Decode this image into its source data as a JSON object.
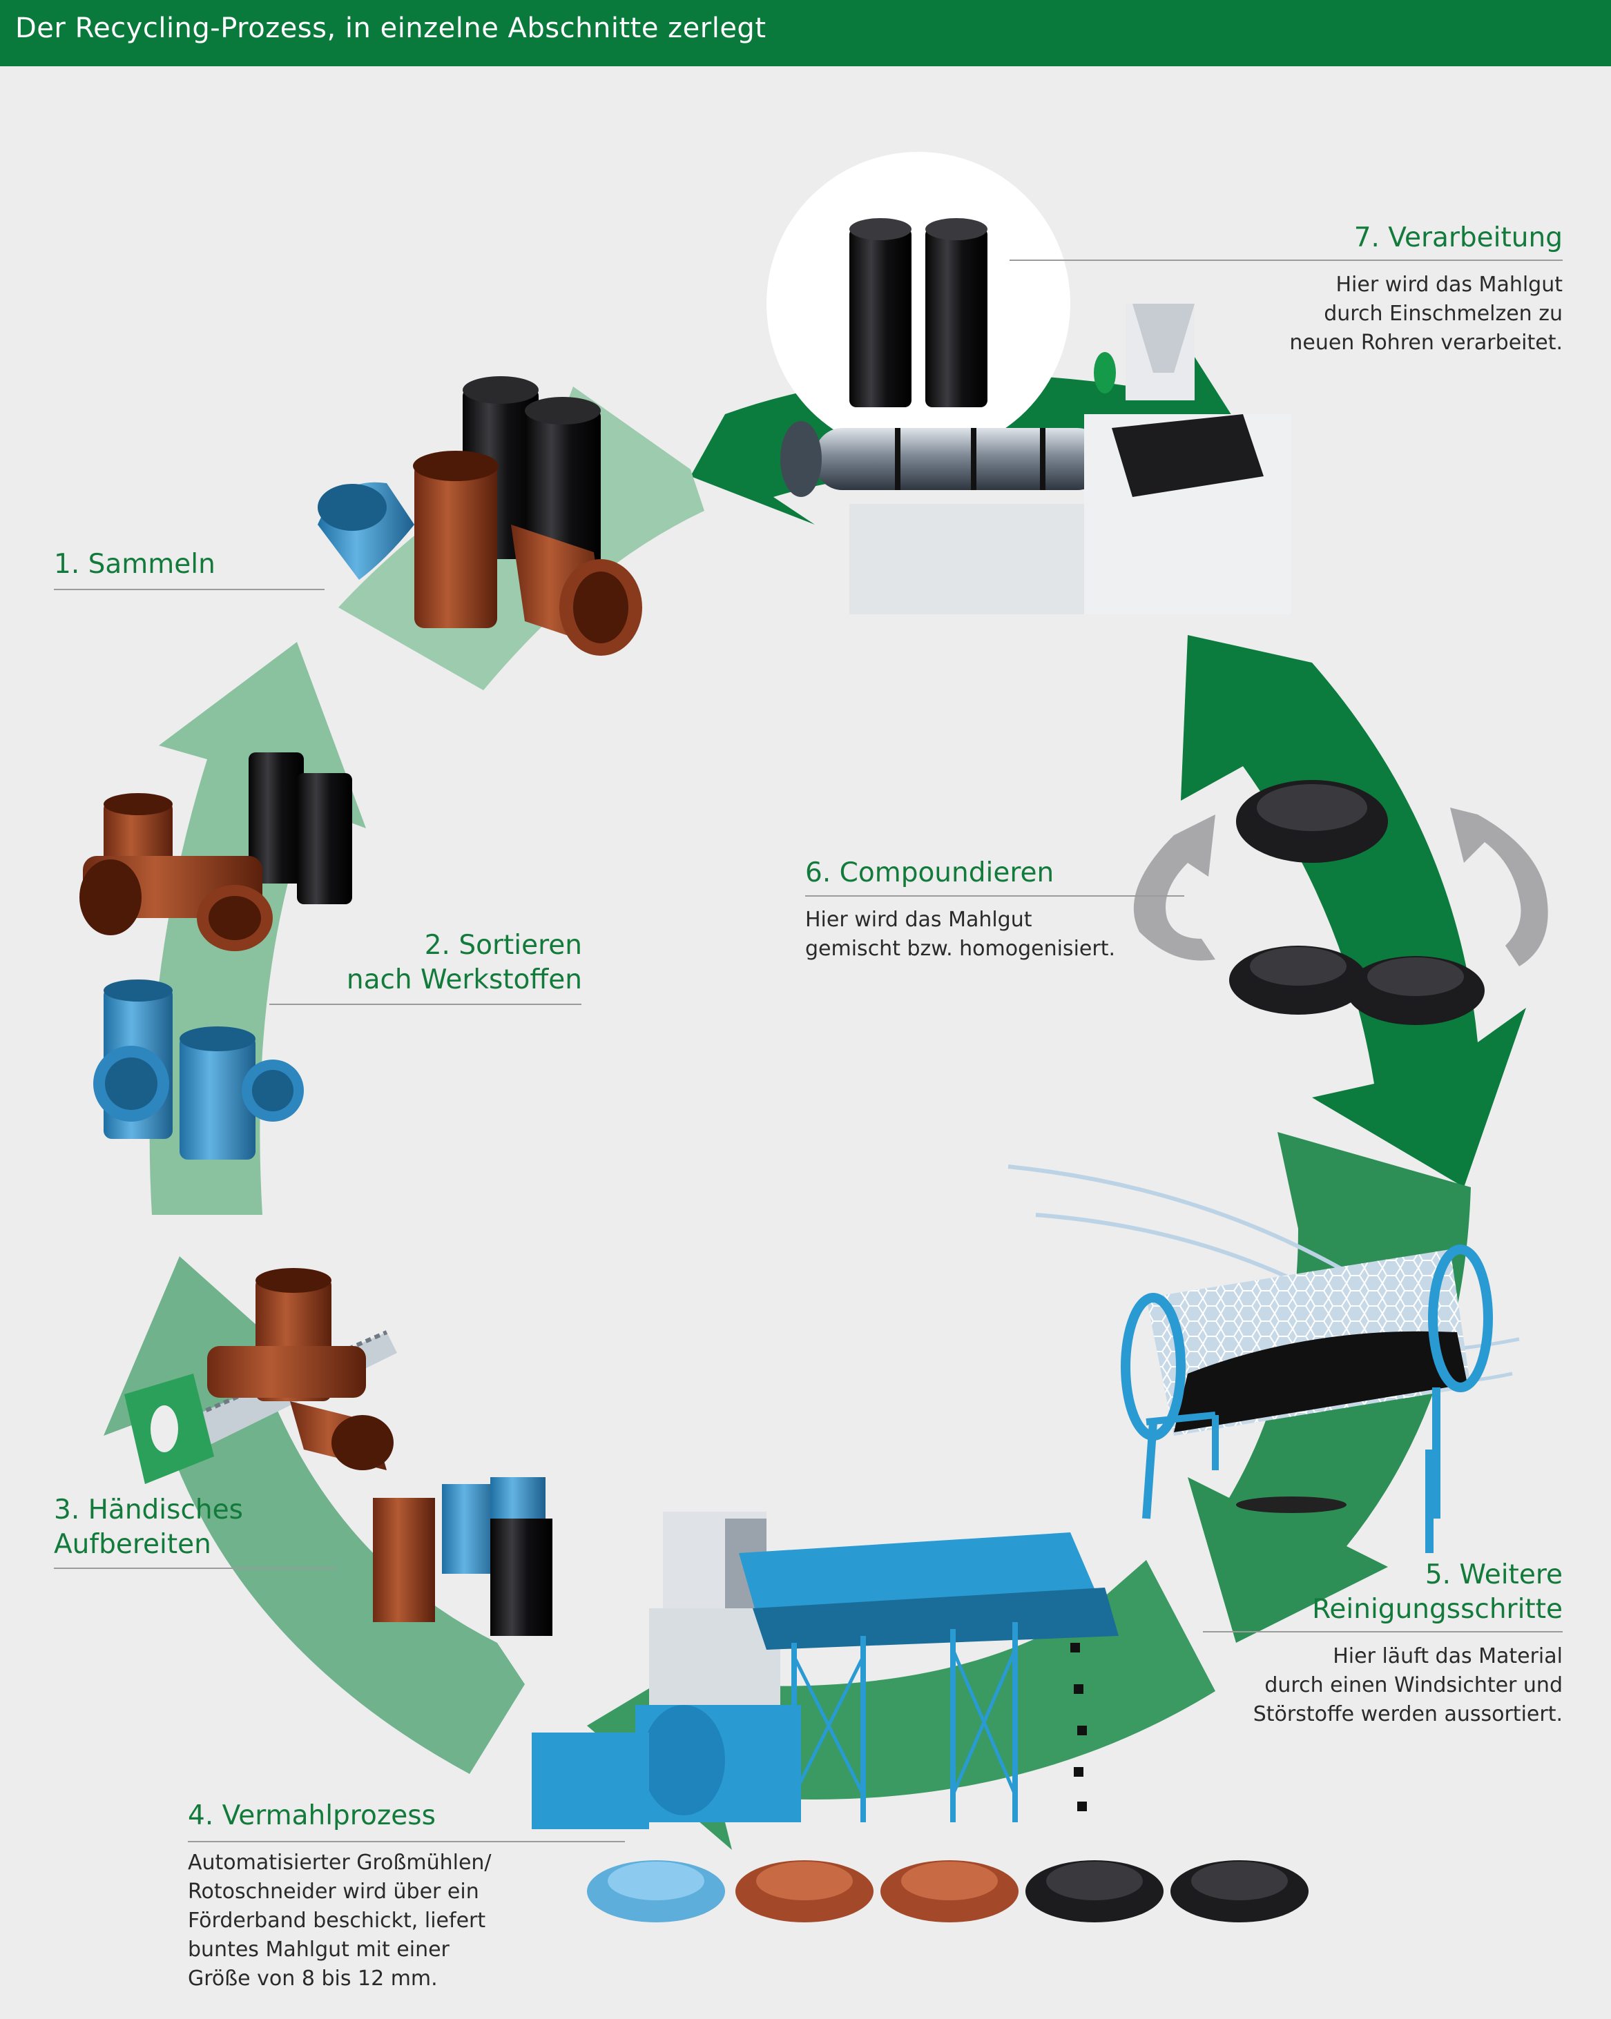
{
  "header": {
    "title": "Der Recycling-Prozess, in einzelne Abschnitte zerlegt"
  },
  "colors": {
    "header_bg": "#0a7a3c",
    "dark_green": "#0b7c3e",
    "mid_green": "#3c9a63",
    "light_green": "#8cc3a0",
    "title_text": "#127a3a",
    "pipe_brown": "#9c4526",
    "pipe_blue": "#3b95cc",
    "pipe_black": "#1b1b1d",
    "machine_blue": "#2a9ad2"
  },
  "steps": [
    {
      "id": "1",
      "title": "1. Sammeln",
      "description": []
    },
    {
      "id": "2",
      "title": [
        "2. Sortieren",
        "nach Werkstoffen"
      ],
      "description": []
    },
    {
      "id": "3",
      "title": [
        "3. Händisches",
        "Aufbereiten"
      ],
      "description": []
    },
    {
      "id": "4",
      "title": "4. Vermahlprozess",
      "description": [
        "Automatisierter Großmühlen/",
        "Rotoschneider wird über ein",
        "Förderband beschickt, liefert",
        "buntes Mahlgut mit einer",
        "Größe von 8 bis 12 mm."
      ]
    },
    {
      "id": "5",
      "title": [
        "5. Weitere",
        "Reinigungsschritte"
      ],
      "description": [
        "Hier läuft das Material",
        "durch einen Windsichter und",
        "Störstoffe werden aussortiert."
      ]
    },
    {
      "id": "6",
      "title": "6. Compoundieren",
      "description": [
        "Hier wird das Mahlgut",
        "gemischt bzw. homogenisiert."
      ]
    },
    {
      "id": "7",
      "title": "7. Verarbeitung",
      "description": [
        "Hier wird das Mahlgut",
        "durch Einschmelzen zu",
        "neuen Rohren verarbeitet."
      ]
    }
  ],
  "icons": {
    "cycle": "cycle-arrow-icon",
    "pipes": "pipe-fittings-icon",
    "saw": "hand-saw-icon",
    "mill": "grinding-mill-icon",
    "drum": "drum-sieve-icon",
    "granulate": "granulate-pile-icon",
    "extruder": "extruder-machine-icon",
    "mix": "mixing-arrows-icon"
  }
}
